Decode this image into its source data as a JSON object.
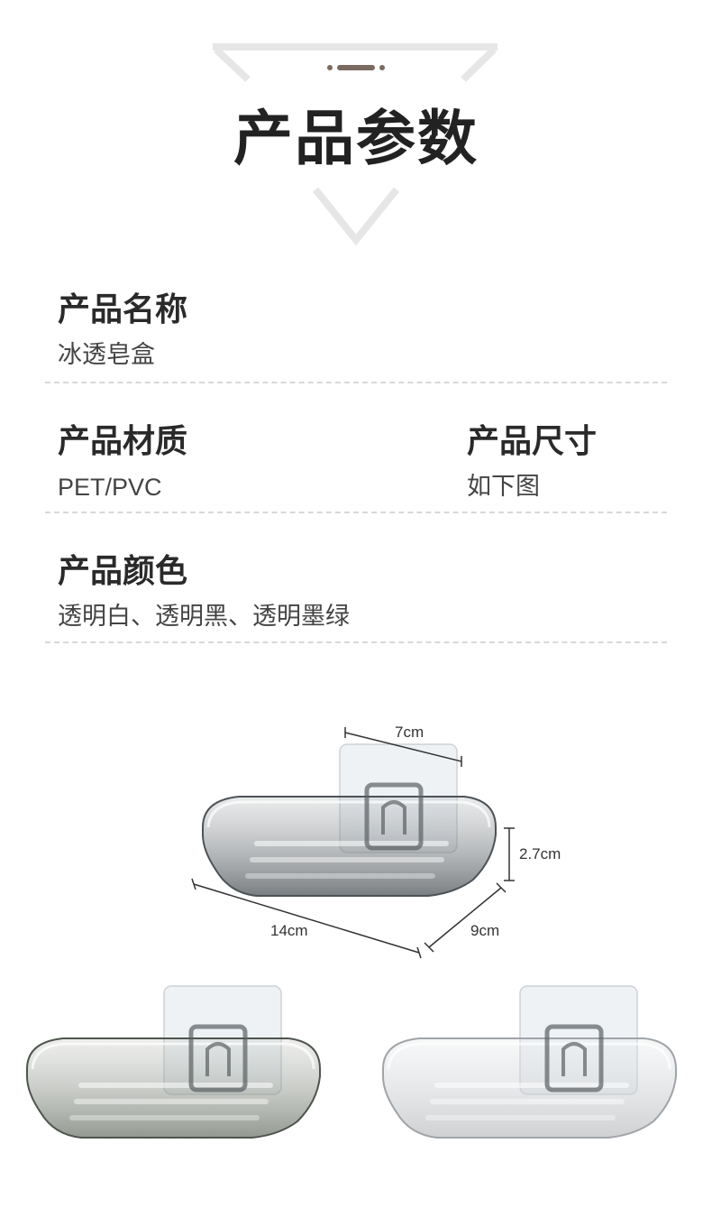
{
  "header": {
    "title": "产品参数"
  },
  "specs": {
    "name": {
      "label": "产品名称",
      "value": "冰透皂盒"
    },
    "material": {
      "label": "产品材质",
      "value": "PET/PVC"
    },
    "size": {
      "label": "产品尺寸",
      "value": "如下图"
    },
    "color": {
      "label": "产品颜色",
      "value": "透明白、透明黑、透明墨绿"
    }
  },
  "dimensions": {
    "width_top": "7cm",
    "height": "2.7cm",
    "length": "14cm",
    "depth": "9cm"
  },
  "colors": {
    "accent": "#7a6a60",
    "frame": "#e6e6e6",
    "black_tray": "#6e7376",
    "green_tray": "#8a9088",
    "white_tray": "#c9cccf"
  }
}
